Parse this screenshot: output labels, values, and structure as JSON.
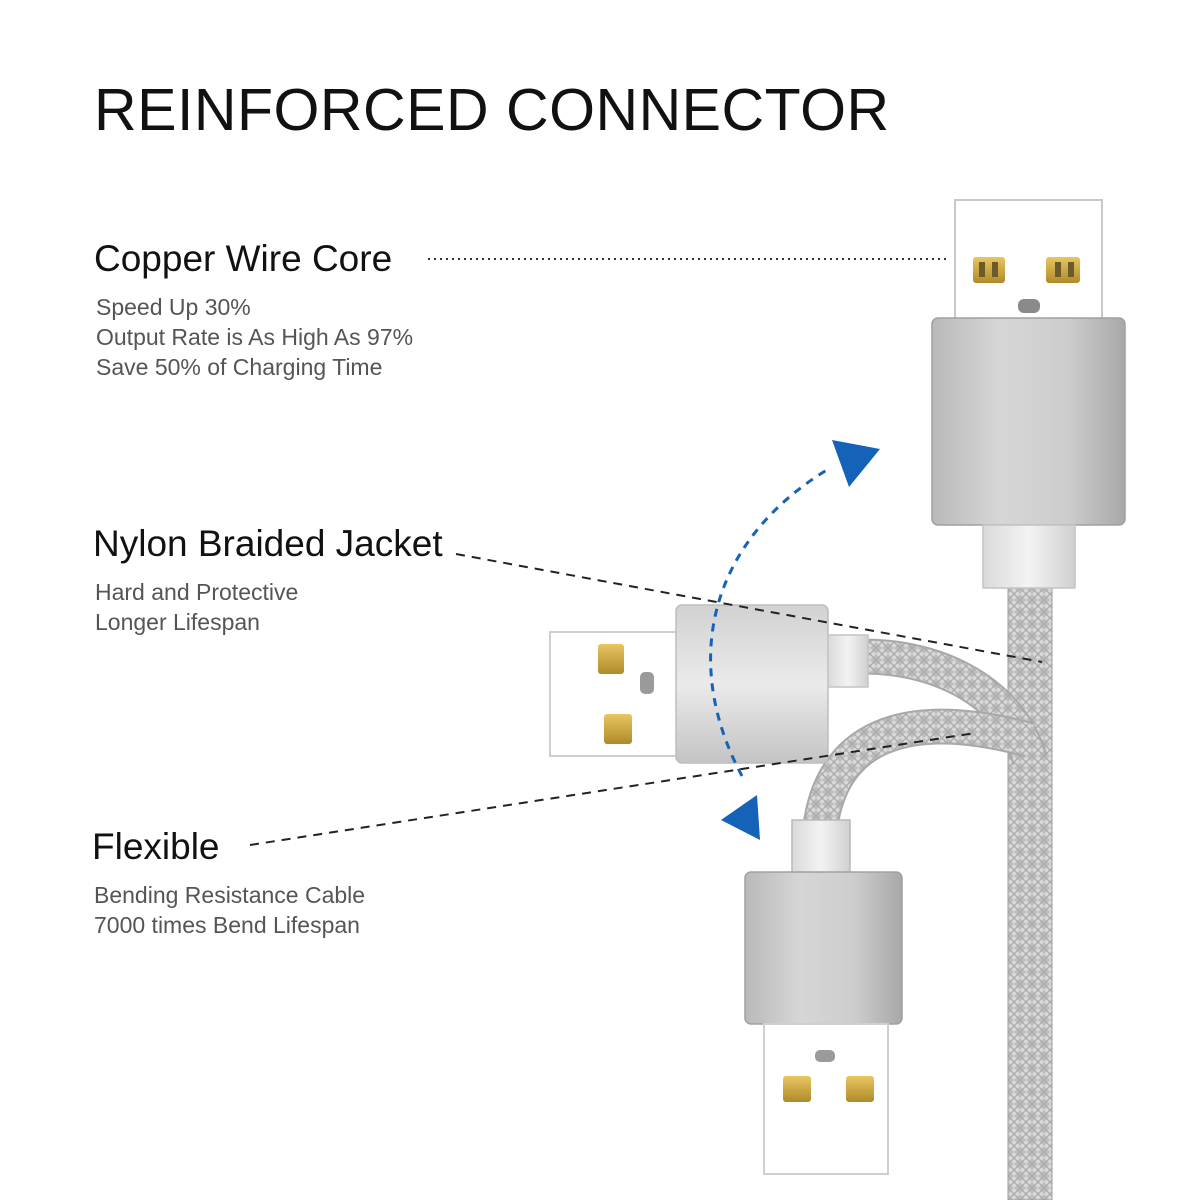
{
  "title": "REINFORCED CONNECTOR",
  "accent_color": "#1463b8",
  "features": [
    {
      "heading": "Copper Wire Core",
      "lines": [
        "Speed Up 30%",
        "Output Rate is As High As 97%",
        "Save 50% of Charging Time"
      ]
    },
    {
      "heading": "Nylon Braided Jacket",
      "lines": [
        "Hard and Protective",
        "Longer Lifespan"
      ]
    },
    {
      "heading": "Flexible",
      "lines": [
        "Bending Resistance Cable",
        "7000 times Bend Lifespan"
      ]
    }
  ]
}
